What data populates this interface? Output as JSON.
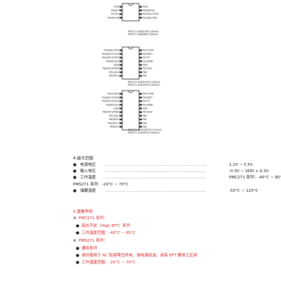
{
  "ic1": {
    "left_pins": [
      "VDD",
      "PA6/X2",
      "PA7/X1",
      "PA5/RST/B"
    ],
    "right_pins": [
      "GND",
      "PA0/INT0/A",
      "PA4/IOC/COM4",
      "PA3/ADC/TM2"
    ],
    "caption1": "PMC271-S08/SOP8 (150mil)",
    "caption2": "PMS271-S08/DIP8 (300mil)"
  },
  "ic2": {
    "left_pins": [
      "PA3/ADC/TM2",
      "PA4/ADC/COM4",
      "PA5/ADC/COM3",
      "PA6/RST/X2",
      "GND",
      "PB0/INT1/PWM",
      "PB1/ADC",
      "PB2/INT0"
    ],
    "right_pins": [
      "PA7/COM0",
      "PA0/INT0",
      "PA7/CT",
      "PA7/PWM",
      "VDD",
      "PB7/ADV",
      "PB6",
      "PB5"
    ],
    "caption1": "PMC271-S16/SOP16 (150mil)",
    "caption2": "PMS271-D16/DIP16 (300mil)"
  },
  "ic3": {
    "left_pins": [
      "PA3/COM2",
      "PA4/ADC/COM4",
      "PA5/ADC/COM3",
      "PA6/RST/X2",
      "GND",
      "PB0/INT1/PWM",
      "PB1/ADC",
      "PB2/INT0",
      "PB3/ADC1",
      "PB4/IOC"
    ],
    "right_pins": [
      "PA7/COM0",
      "PA0/INT0",
      "PA7/CT",
      "PA7/PWM",
      "VDD",
      "PB7/ADV",
      "PB6",
      "PB5",
      "PB4",
      "PB3"
    ],
    "caption1": "PMC271-Y16/SSOP16 (150mil)",
    "caption2": "PMS271-D16/DIP16 (300mil)"
  },
  "section4": {
    "title": "4.最大范围",
    "rows": [
      {
        "bullet": "●",
        "label": "电源电压",
        "value": "2.2V ~ 5.5V"
      },
      {
        "bullet": "●",
        "label": "输入电压",
        "value": "-0.3V ~ VDD + 0.3V"
      },
      {
        "bullet": "●",
        "label": "工作温度",
        "value": "PMC271 系列：-40°C ~ 85°C"
      }
    ],
    "pms_line": "PMS271 系列：-20°C ~ 70°C",
    "storage": {
      "bullet": "●",
      "label": "储藏温度",
      "value": "-50°C ~ 125°C"
    },
    "dots": "………………………………………………………………"
  },
  "section5": {
    "title": "5.重要声明",
    "pmc_header_star": "※",
    "pmc_header": "PMC271 系列：",
    "pmc_items": [
      "高抗干扰（High EFT）系列",
      "工作温度范围：-40°C ~ 85°C"
    ],
    "pms_header_star": "※",
    "pms_header": "PMS271 系列：",
    "pms_items": [
      "通用系列",
      "请勿使用于 AC 阻容降压供电，强电源纹波，或高 EFT 要求之应用",
      "工作温度范围：-20°C ~ 70°C"
    ],
    "item_bullet": "●"
  },
  "colors": {
    "red": "#d21f1f",
    "text": "#111111"
  }
}
